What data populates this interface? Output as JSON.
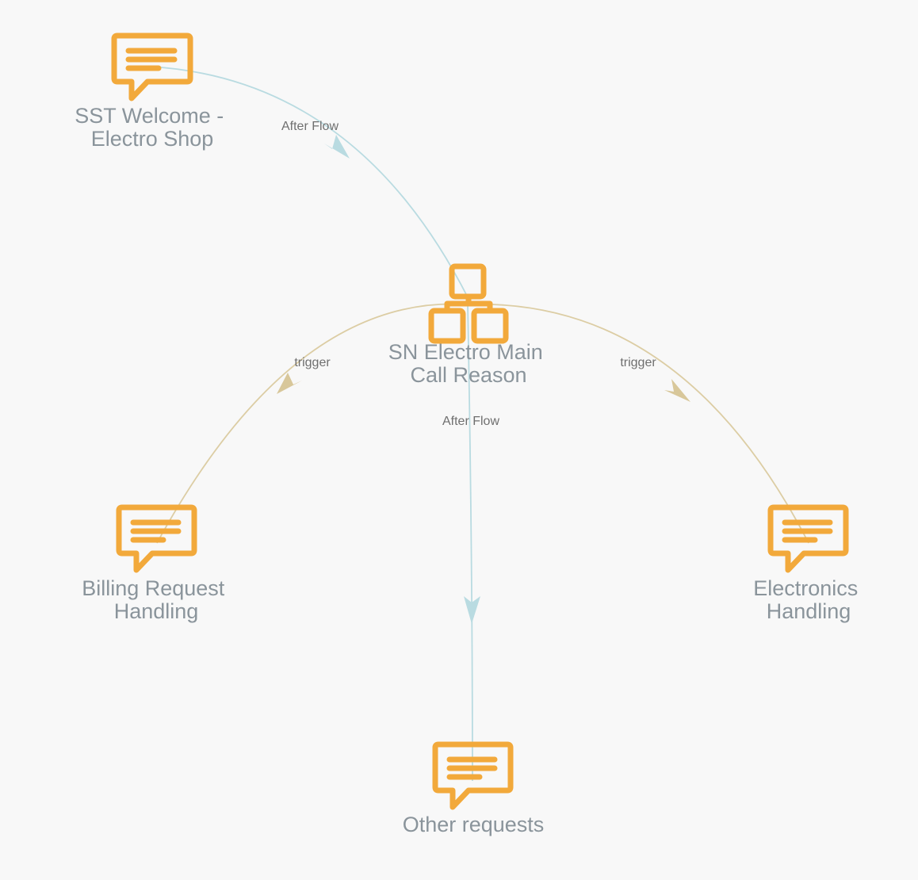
{
  "colors": {
    "background": "#f8f8f8",
    "node_icon": "#f2a93b",
    "node_label": "#8a949b",
    "edge_after_flow": "#b9dbe1",
    "edge_trigger": "#dccda4",
    "edge_label": "#6f6f6f"
  },
  "nodes": [
    {
      "id": "welcome",
      "icon": "speech-bubble-icon",
      "label_lines": [
        "SST Welcome -",
        "Electro Shop"
      ]
    },
    {
      "id": "main",
      "icon": "flow-hierarchy-icon",
      "label_lines": [
        "SN Electro Main",
        "Call Reason"
      ]
    },
    {
      "id": "billing",
      "icon": "speech-bubble-icon",
      "label_lines": [
        "Billing Request",
        "Handling"
      ]
    },
    {
      "id": "electronics",
      "icon": "speech-bubble-icon",
      "label_lines": [
        "Electronics",
        "Handling"
      ]
    },
    {
      "id": "other",
      "icon": "speech-bubble-icon",
      "label_lines": [
        "Other requests"
      ]
    }
  ],
  "edges": [
    {
      "from": "welcome",
      "to": "main",
      "label": "After Flow",
      "type": "after-flow"
    },
    {
      "from": "main",
      "to": "billing",
      "label": "trigger",
      "type": "trigger"
    },
    {
      "from": "main",
      "to": "electronics",
      "label": "trigger",
      "type": "trigger"
    },
    {
      "from": "main",
      "to": "other",
      "label": "After Flow",
      "type": "after-flow"
    }
  ]
}
